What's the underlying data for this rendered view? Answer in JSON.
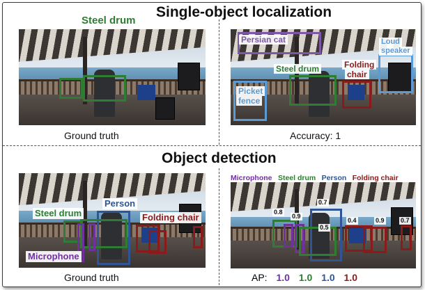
{
  "titles": {
    "top": "Single-object localization",
    "bottom": "Object detection"
  },
  "localization_gt": {
    "label": "Steel drum",
    "caption": "Ground truth"
  },
  "localization_pred": {
    "labels": {
      "persian_cat": "Persian cat",
      "loud_speaker_1": "Loud",
      "loud_speaker_2": "speaker",
      "steel_drum": "Steel drum",
      "folding_chair_1": "Folding",
      "folding_chair_2": "chair",
      "picket_fence_1": "Picket",
      "picket_fence_2": "fence"
    },
    "caption": "Accuracy: 1"
  },
  "detection_gt": {
    "labels": {
      "person": "Person",
      "steel_drum": "Steel drum",
      "folding_chair": "Folding chair",
      "microphone": "Microphone"
    },
    "caption": "Ground truth"
  },
  "detection_pred": {
    "legend": [
      "Microphone",
      "Steel drum",
      "Person",
      "Folding chair"
    ],
    "scores": [
      "0.8",
      "0.9",
      "0.7",
      "0.5",
      "0.4",
      "0.9",
      "0.7"
    ],
    "ap_label": "AP:",
    "ap_values": [
      "1.0",
      "1.0",
      "1.0",
      "1.0"
    ]
  },
  "colors": {
    "steel_drum": "#2e7d32",
    "persian_cat": "#7e57a6",
    "loud_speaker": "#5b9bd5",
    "folding_chair": "#8b1a1a",
    "picket_fence": "#5b9bd5",
    "person": "#2f5597",
    "microphone": "#7030a0"
  }
}
